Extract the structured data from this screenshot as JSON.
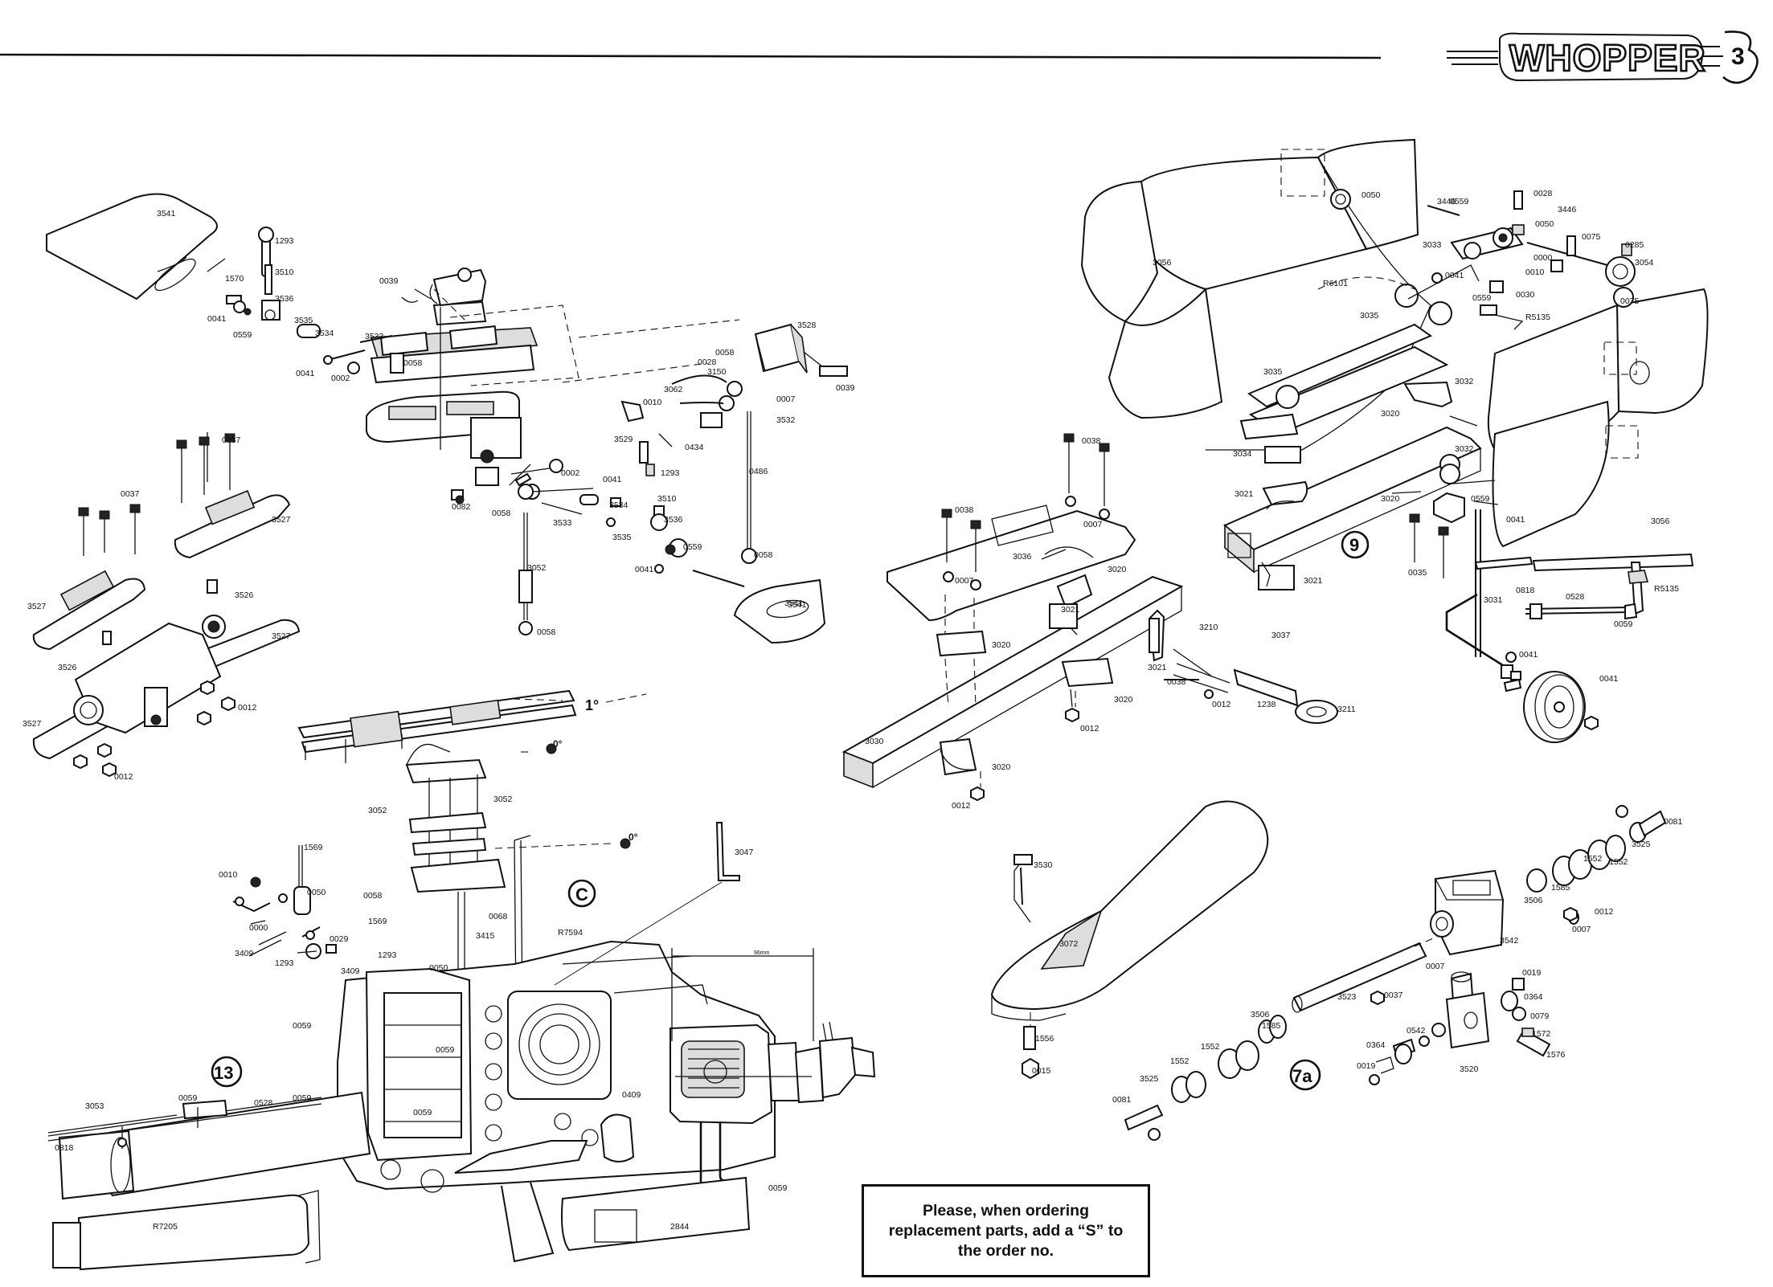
{
  "logo": {
    "text": "WHOPPER",
    "sheet_number": "3"
  },
  "note": {
    "text": "Please, when ordering replacement parts, add a “S” to the order no."
  },
  "sections": {
    "c": "C",
    "s13": "13",
    "s9": "9",
    "s7a": "7a"
  },
  "dimensions": {
    "width_label": "96mm",
    "angle_1": "1°",
    "angle_0a": "0°",
    "angle_0b": "0°"
  },
  "part_numbers": {
    "blade_tr": "3541",
    "blade_tr2": "3541",
    "rotor_main_body": "3528",
    "frame_tube": "3030",
    "skid_tail": "3056",
    "muffler": "R7205",
    "pipe": "2844",
    "tailboom_rod": "3053",
    "tailboom_part": "0818"
  },
  "labels": [
    {
      "id": "p1293a",
      "t": "1293"
    },
    {
      "id": "p3510a",
      "t": "3510"
    },
    {
      "id": "p1570",
      "t": "1570"
    },
    {
      "id": "p3536a",
      "t": "3536"
    },
    {
      "id": "p0041a",
      "t": "0041"
    },
    {
      "id": "p0559a",
      "t": "0559"
    },
    {
      "id": "p3535a",
      "t": "3535"
    },
    {
      "id": "p3534a",
      "t": "3534"
    },
    {
      "id": "p0041b",
      "t": "0041"
    },
    {
      "id": "p0002a",
      "t": "0002"
    },
    {
      "id": "p3533a",
      "t": "3533"
    },
    {
      "id": "p0058a",
      "t": "0058"
    },
    {
      "id": "p0039a",
      "t": "0039"
    },
    {
      "id": "p3541a",
      "t": "3541"
    },
    {
      "id": "p0037a",
      "t": "0037"
    },
    {
      "id": "p0037b",
      "t": "0037"
    },
    {
      "id": "p3527a",
      "t": "3527"
    },
    {
      "id": "p3527b",
      "t": "3527"
    },
    {
      "id": "p3527c",
      "t": "3527"
    },
    {
      "id": "p3527d",
      "t": "3527"
    },
    {
      "id": "p3526a",
      "t": "3526"
    },
    {
      "id": "p3526b",
      "t": "3526"
    },
    {
      "id": "p0012a",
      "t": "0012"
    },
    {
      "id": "p0012b",
      "t": "0012"
    },
    {
      "id": "p0012c",
      "t": "0012"
    },
    {
      "id": "p0082",
      "t": "0082"
    },
    {
      "id": "p0002b",
      "t": "0002"
    },
    {
      "id": "p0058b",
      "t": "0058"
    },
    {
      "id": "p3533b",
      "t": "3533"
    },
    {
      "id": "p0041c",
      "t": "0041"
    },
    {
      "id": "p3534b",
      "t": "3534"
    },
    {
      "id": "p3535b",
      "t": "3535"
    },
    {
      "id": "p3536b",
      "t": "3536"
    },
    {
      "id": "p0559b",
      "t": "0559"
    },
    {
      "id": "p0041d",
      "t": "0041"
    },
    {
      "id": "p3052a",
      "t": "3052"
    },
    {
      "id": "p0058c",
      "t": "0058"
    },
    {
      "id": "p3528",
      "t": "3528"
    },
    {
      "id": "p0039b",
      "t": "0039"
    },
    {
      "id": "p0058d",
      "t": "0058"
    },
    {
      "id": "p3150",
      "t": "3150"
    },
    {
      "id": "p0028a",
      "t": "0028"
    },
    {
      "id": "p3062",
      "t": "3062"
    },
    {
      "id": "p0007a",
      "t": "0007"
    },
    {
      "id": "p0010a",
      "t": "0010"
    },
    {
      "id": "p3532",
      "t": "3532"
    },
    {
      "id": "p3529",
      "t": "3529"
    },
    {
      "id": "p0434",
      "t": "0434"
    },
    {
      "id": "p1293b",
      "t": "1293"
    },
    {
      "id": "p3510b",
      "t": "3510"
    },
    {
      "id": "p0486",
      "t": "0486"
    },
    {
      "id": "p0058e",
      "t": "0058"
    },
    {
      "id": "p3541b",
      "t": "3541"
    },
    {
      "id": "p3052b",
      "t": "3052"
    },
    {
      "id": "p3052c",
      "t": "3052"
    },
    {
      "id": "p1569a",
      "t": "1569"
    },
    {
      "id": "p0010b",
      "t": "0010"
    },
    {
      "id": "p0050a",
      "t": "0050"
    },
    {
      "id": "p0000a",
      "t": "0000"
    },
    {
      "id": "p0029",
      "t": "0029"
    },
    {
      "id": "p3409a",
      "t": "3409"
    },
    {
      "id": "p1293c",
      "t": "1293"
    },
    {
      "id": "p3409b",
      "t": "3409"
    },
    {
      "id": "p0058f",
      "t": "0058"
    },
    {
      "id": "p1569b",
      "t": "1569"
    },
    {
      "id": "p0068",
      "t": "0068"
    },
    {
      "id": "p3415",
      "t": "3415"
    },
    {
      "id": "p1293d",
      "t": "1293"
    },
    {
      "id": "p0050b",
      "t": "0050"
    },
    {
      "id": "p0059a",
      "t": "0059"
    },
    {
      "id": "p0059b",
      "t": "0059"
    },
    {
      "id": "p0059c",
      "t": "0059"
    },
    {
      "id": "p0059d",
      "t": "0059"
    },
    {
      "id": "p0059e",
      "t": "0059"
    },
    {
      "id": "p0528a",
      "t": "0528"
    },
    {
      "id": "p3047",
      "t": "3047"
    },
    {
      "id": "pR7594",
      "t": "R7594"
    },
    {
      "id": "p0409",
      "t": "0409"
    },
    {
      "id": "p0059f",
      "t": "0059"
    },
    {
      "id": "p0050c",
      "t": "0050"
    },
    {
      "id": "p3446a",
      "t": "3446"
    },
    {
      "id": "p0559c",
      "t": "0559"
    },
    {
      "id": "p0028b",
      "t": "0028"
    },
    {
      "id": "p3446b",
      "t": "3446"
    },
    {
      "id": "p3033",
      "t": "3033"
    },
    {
      "id": "p0050d",
      "t": "0050"
    },
    {
      "id": "p0075a",
      "t": "0075"
    },
    {
      "id": "p0285",
      "t": "0285"
    },
    {
      "id": "p0000b",
      "t": "0000"
    },
    {
      "id": "p3054",
      "t": "3054"
    },
    {
      "id": "p0010c",
      "t": "0010"
    },
    {
      "id": "p0041e",
      "t": "0041"
    },
    {
      "id": "p0559d",
      "t": "0559"
    },
    {
      "id": "p0030",
      "t": "0030"
    },
    {
      "id": "p0075b",
      "t": "0075"
    },
    {
      "id": "pR6101",
      "t": "R6101"
    },
    {
      "id": "p3035a",
      "t": "3035"
    },
    {
      "id": "pR5135a",
      "t": "R5135"
    },
    {
      "id": "p3035b",
      "t": "3035"
    },
    {
      "id": "p3032a",
      "t": "3032"
    },
    {
      "id": "p3020a",
      "t": "3020"
    },
    {
      "id": "p3034",
      "t": "3034"
    },
    {
      "id": "p3032b",
      "t": "3032"
    },
    {
      "id": "p3021a",
      "t": "3021"
    },
    {
      "id": "p3020b",
      "t": "3020"
    },
    {
      "id": "p0559e",
      "t": "0559"
    },
    {
      "id": "p0041f",
      "t": "0041"
    },
    {
      "id": "p0038a",
      "t": "0038"
    },
    {
      "id": "p0007b",
      "t": "0007"
    },
    {
      "id": "p0038b",
      "t": "0038"
    },
    {
      "id": "p3036",
      "t": "3036"
    },
    {
      "id": "p0007c",
      "t": "0007"
    },
    {
      "id": "p3020c",
      "t": "3020"
    },
    {
      "id": "p3021b",
      "t": "3021"
    },
    {
      "id": "p0035",
      "t": "0035"
    },
    {
      "id": "p3021c",
      "t": "3021"
    },
    {
      "id": "p3056b",
      "t": "3056"
    },
    {
      "id": "pR5135b",
      "t": "R5135"
    },
    {
      "id": "p0818b",
      "t": "0818"
    },
    {
      "id": "p0528b",
      "t": "0528"
    },
    {
      "id": "p0059g",
      "t": "0059"
    },
    {
      "id": "p3031",
      "t": "3031"
    },
    {
      "id": "p3210",
      "t": "3210"
    },
    {
      "id": "p3037a",
      "t": "3037"
    },
    {
      "id": "p3020d",
      "t": "3020"
    },
    {
      "id": "p3021d",
      "t": "3021"
    },
    {
      "id": "p0038c",
      "t": "0038"
    },
    {
      "id": "p0012d",
      "t": "0012"
    },
    {
      "id": "p1238",
      "t": "1238"
    },
    {
      "id": "p3211",
      "t": "3211"
    },
    {
      "id": "p0041g",
      "t": "0041"
    },
    {
      "id": "p0041h",
      "t": "0041"
    },
    {
      "id": "p3020e",
      "t": "3020"
    },
    {
      "id": "p0012e",
      "t": "0012"
    },
    {
      "id": "p3020f",
      "t": "3020"
    },
    {
      "id": "p0012f",
      "t": "0012"
    },
    {
      "id": "p3530",
      "t": "3530"
    },
    {
      "id": "p3072",
      "t": "3072"
    },
    {
      "id": "p1556",
      "t": "1556"
    },
    {
      "id": "p0015",
      "t": "0015"
    },
    {
      "id": "p0081a",
      "t": "0081"
    },
    {
      "id": "p3525a",
      "t": "3525"
    },
    {
      "id": "p1552a",
      "t": "1552"
    },
    {
      "id": "p1552b",
      "t": "1552"
    },
    {
      "id": "p3506a",
      "t": "3506"
    },
    {
      "id": "p1585a",
      "t": "1585"
    },
    {
      "id": "p0012g",
      "t": "0012"
    },
    {
      "id": "p0007d",
      "t": "0007"
    },
    {
      "id": "p3542",
      "t": "3542"
    },
    {
      "id": "p0019a",
      "t": "0019"
    },
    {
      "id": "p0007e",
      "t": "0007"
    },
    {
      "id": "p3523",
      "t": "3523"
    },
    {
      "id": "p0037c",
      "t": "0037"
    },
    {
      "id": "p0364a",
      "t": "0364"
    },
    {
      "id": "p3506b",
      "t": "3506"
    },
    {
      "id": "p1585b",
      "t": "1585"
    },
    {
      "id": "p0079",
      "t": "0079"
    },
    {
      "id": "p1552c",
      "t": "1552"
    },
    {
      "id": "p1552d",
      "t": "1552"
    },
    {
      "id": "p0542",
      "t": "0542"
    },
    {
      "id": "p1572",
      "t": "1572"
    },
    {
      "id": "p3525b",
      "t": "3525"
    },
    {
      "id": "p0364b",
      "t": "0364"
    },
    {
      "id": "p1576",
      "t": "1576"
    },
    {
      "id": "p0019b",
      "t": "0019"
    },
    {
      "id": "p3520",
      "t": "3520"
    },
    {
      "id": "p0081b",
      "t": "0081"
    }
  ]
}
